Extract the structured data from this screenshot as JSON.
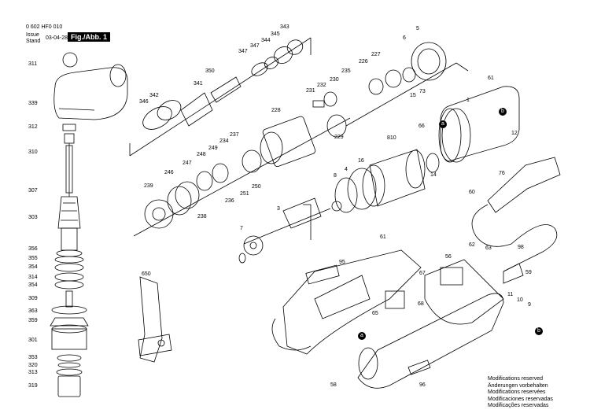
{
  "header": {
    "doc_number": "0 602 HF0 010",
    "issue_label": "Issue",
    "stand_label": "Stand",
    "date": "03-04-28",
    "figure_label": "Fig./Abb. 1"
  },
  "notes": [
    "Modifications reserved",
    "Änderungen vorbehalten",
    "Modifications reservées",
    "Modificaciones reservadas",
    "Modificações reservadas"
  ],
  "markers": {
    "a": "a",
    "b": "b"
  },
  "part_numbers": {
    "p311": "311",
    "p339": "339",
    "p312": "312",
    "p310": "310",
    "p307": "307",
    "p303": "303",
    "p356": "356",
    "p355": "355",
    "p354a": "354",
    "p314": "314",
    "p354b": "354",
    "p309": "309",
    "p363": "363",
    "p359": "359",
    "p301": "301",
    "p353": "353",
    "p320": "320",
    "p313": "313",
    "p319": "319",
    "p343": "343",
    "p345": "345",
    "p344": "344",
    "p347a": "347",
    "p347b": "347",
    "p350": "350",
    "p341": "341",
    "p342": "342",
    "p346": "346",
    "p231": "231",
    "p232": "232",
    "p230": "230",
    "p235": "235",
    "p226": "226",
    "p227": "227",
    "p6": "6",
    "p5": "5",
    "p15": "15",
    "p73": "73",
    "p228": "228",
    "p229": "229",
    "p237": "237",
    "p234": "234",
    "p249": "249",
    "p248": "248",
    "p247": "247",
    "p246": "246",
    "p239": "239",
    "p238": "238",
    "p236": "236",
    "p251": "251",
    "p250": "250",
    "p61a": "61",
    "p1": "1",
    "p66": "66",
    "p12": "12",
    "p810": "810",
    "p16": "16",
    "p8": "8",
    "p4": "4",
    "p14": "14",
    "p3": "3",
    "p7": "7",
    "p76": "76",
    "p60": "60",
    "p61b": "61",
    "p95": "95",
    "p56": "56",
    "p62": "62",
    "p63": "63",
    "p98": "98",
    "p59": "59",
    "p650": "650",
    "p67": "67",
    "p68": "68",
    "p65": "65",
    "p11": "11",
    "p10": "10",
    "p9": "9",
    "p58": "58",
    "p96": "96"
  }
}
